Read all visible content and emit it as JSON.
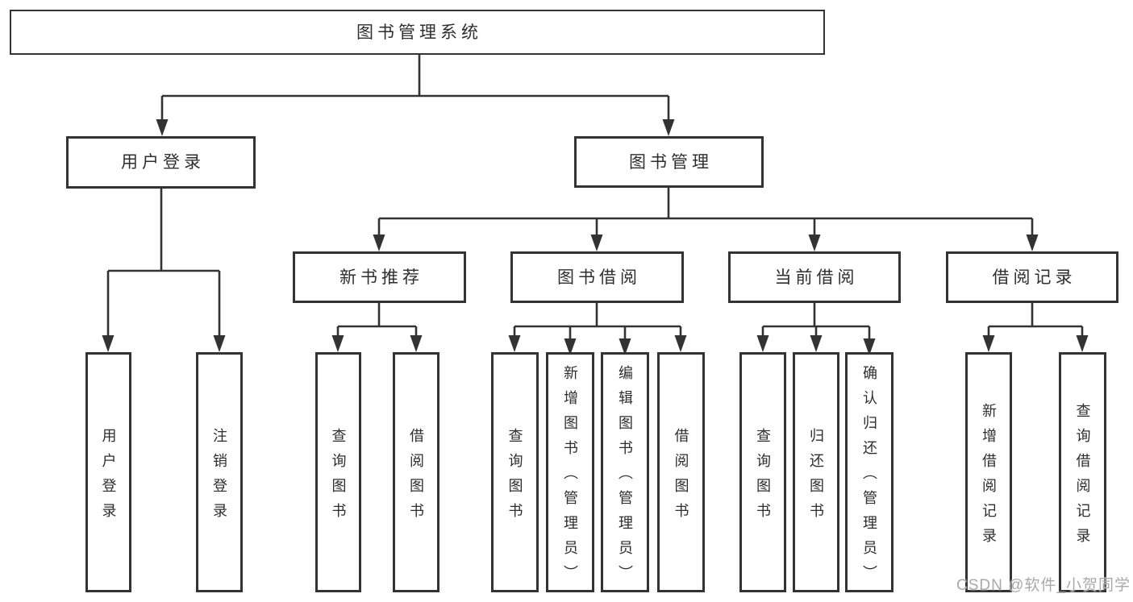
{
  "tree": {
    "root": {
      "label": "图书管理系统"
    },
    "level2": [
      {
        "label": "用户登录",
        "children": [
          {
            "label": "用户登录"
          },
          {
            "label": "注销登录"
          }
        ]
      },
      {
        "label": "图书管理",
        "sections": [
          {
            "label": "新书推荐",
            "children": [
              {
                "label": "查询图书"
              },
              {
                "label": "借阅图书"
              }
            ]
          },
          {
            "label": "图书借阅",
            "children": [
              {
                "label": "查询图书"
              },
              {
                "label": "新增图书（管理员）"
              },
              {
                "label": "编辑图书（管理员）"
              },
              {
                "label": "借阅图书"
              }
            ]
          },
          {
            "label": "当前借阅",
            "children": [
              {
                "label": "查询图书"
              },
              {
                "label": "归还图书"
              },
              {
                "label": "确认归还（管理员）"
              }
            ]
          },
          {
            "label": "借阅记录",
            "children": [
              {
                "label": "新增借阅记录"
              },
              {
                "label": "查询借阅记录"
              }
            ]
          }
        ]
      }
    ]
  },
  "watermark": {
    "text": "CSDN @软件_小贺同学",
    "color": "#a9a9a9"
  },
  "colors": {
    "line": "#333333",
    "box_border": "#333333",
    "text": "#2e2e2e",
    "background": "#ffffff"
  }
}
